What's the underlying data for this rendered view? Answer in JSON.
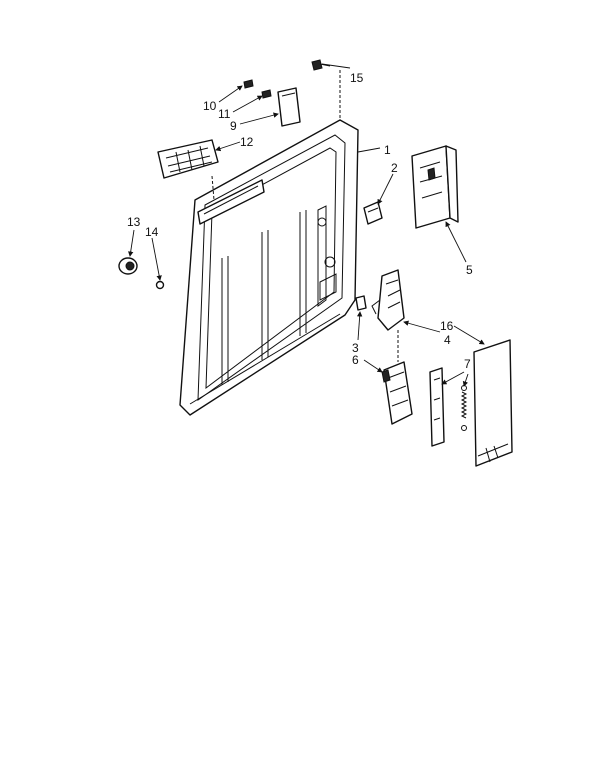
{
  "diagram": {
    "labels": [
      "1",
      "2",
      "3",
      "4",
      "5",
      "6",
      "7",
      "9",
      "10",
      "11",
      "12",
      "13",
      "14",
      "15",
      "16"
    ]
  }
}
